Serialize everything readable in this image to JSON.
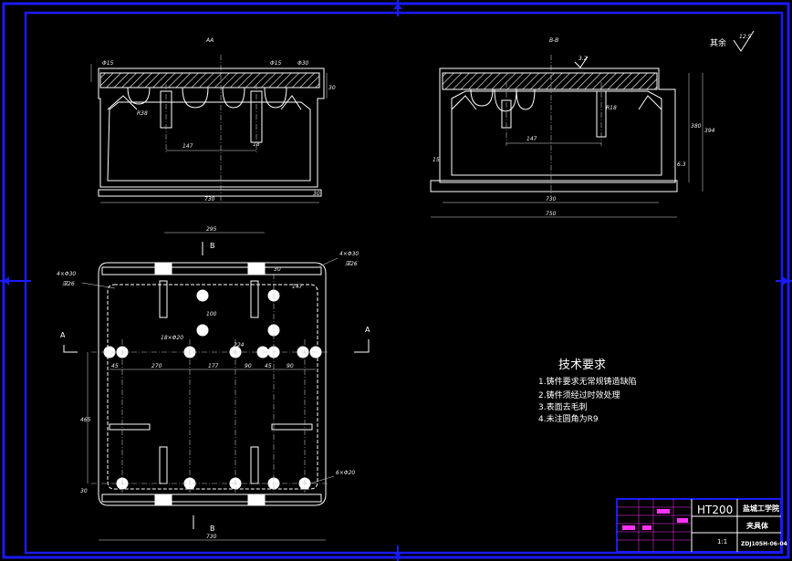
{
  "sections": {
    "aa_label": "AA",
    "bb_label": "B-B"
  },
  "roughness": {
    "remaining_label": "其余",
    "value": "12.5",
    "local_value": "3.2"
  },
  "views": {
    "section_a_mark_left": "A",
    "section_a_mark_right": "A",
    "section_b_mark_top": "B",
    "section_b_mark_bottom": "B"
  },
  "dims": {
    "aa_width": "730",
    "aa_top_left": "Φ15",
    "aa_top_mid": "Φ15",
    "aa_top_right": "Φ30",
    "aa_center": "147",
    "aa_right_h": "30",
    "aa_bottom_r": "30",
    "aa_inner_r": "R38",
    "aa_hole": "18",
    "bb_inner": "730",
    "bb_outer": "750",
    "bb_center": "147",
    "bb_right1": "380",
    "bb_right2": "394",
    "bb_right3": "6.3",
    "bb_r": "R18",
    "bb_small": "15",
    "plan_top": "295",
    "plan_width": "730",
    "plan_depth": "465",
    "plan_dia_tl": "4×Φ30",
    "plan_dia_tl_sub": "深26",
    "plan_dia_tr": "4×Φ30",
    "plan_dia_tr_sub": "深26",
    "plan_holes": "18×Φ20",
    "plan_bottom_holes": "6×Φ20",
    "plan_c1": "45",
    "plan_c2": "270",
    "plan_c3": "177",
    "plan_c4": "90",
    "plan_c5": "45",
    "plan_c6": "90",
    "plan_c7": "30",
    "plan_r1": "100",
    "plan_r2": "147",
    "plan_r3": "224",
    "plan_r4": "30"
  },
  "notes": {
    "title": "技术要求",
    "items": [
      "1.铸件要求无常规铸造缺陷",
      "2.铸件须经过时效处理",
      "3.表面去毛刺",
      "4.未注圆角为R9"
    ]
  },
  "title_block": {
    "material": "HT200",
    "school": "盐城工学院",
    "part_name": "夹具体",
    "drawing_no": "ZDJ105H-06-04",
    "scale": "1:1"
  },
  "colors": {
    "border": "#1a1aff",
    "lines": "#ffffff",
    "accent": "#ff33ff"
  }
}
